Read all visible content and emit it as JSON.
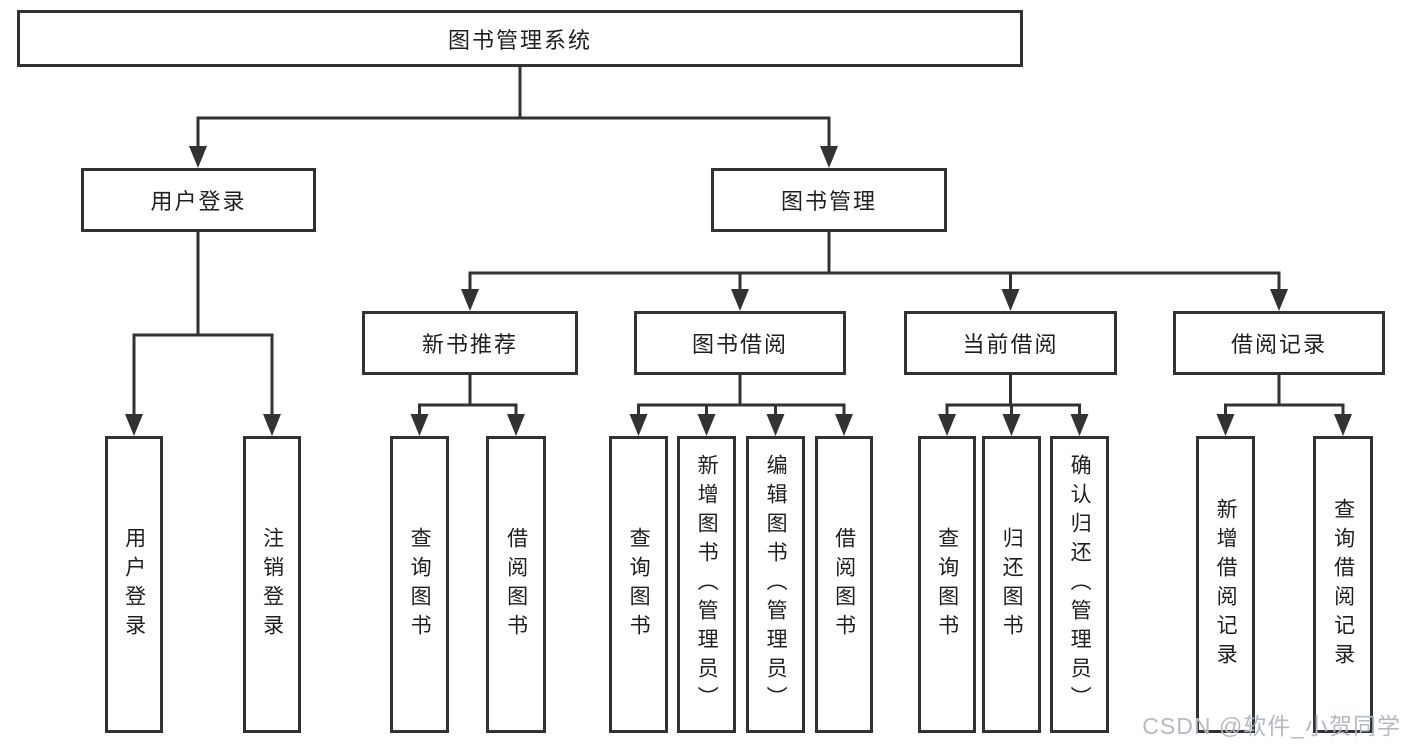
{
  "diagram": {
    "root": {
      "label": "图书管理系统"
    },
    "branches": [
      {
        "label": "用户登录",
        "children": [
          {
            "label": "用户登录"
          },
          {
            "label": "注销登录"
          }
        ]
      },
      {
        "label": "图书管理",
        "groups": [
          {
            "label": "新书推荐",
            "children": [
              {
                "label": "查询图书"
              },
              {
                "label": "借阅图书"
              }
            ]
          },
          {
            "label": "图书借阅",
            "children": [
              {
                "label": "查询图书"
              },
              {
                "label": "新增图书（管理员）"
              },
              {
                "label": "编辑图书（管理员）"
              },
              {
                "label": "借阅图书"
              }
            ]
          },
          {
            "label": "当前借阅",
            "children": [
              {
                "label": "查询图书"
              },
              {
                "label": "归还图书"
              },
              {
                "label": "确认归还（管理员）"
              }
            ]
          },
          {
            "label": "借阅记录",
            "children": [
              {
                "label": "新增借阅记录"
              },
              {
                "label": "查询借阅记录"
              }
            ]
          }
        ]
      }
    ]
  },
  "watermark": {
    "text": "CSDN @软件_小贺同学"
  },
  "colors": {
    "line": "#323232",
    "box_background": "#ffffff",
    "text": "#1f1f1f",
    "watermark": "#b4bac3"
  }
}
